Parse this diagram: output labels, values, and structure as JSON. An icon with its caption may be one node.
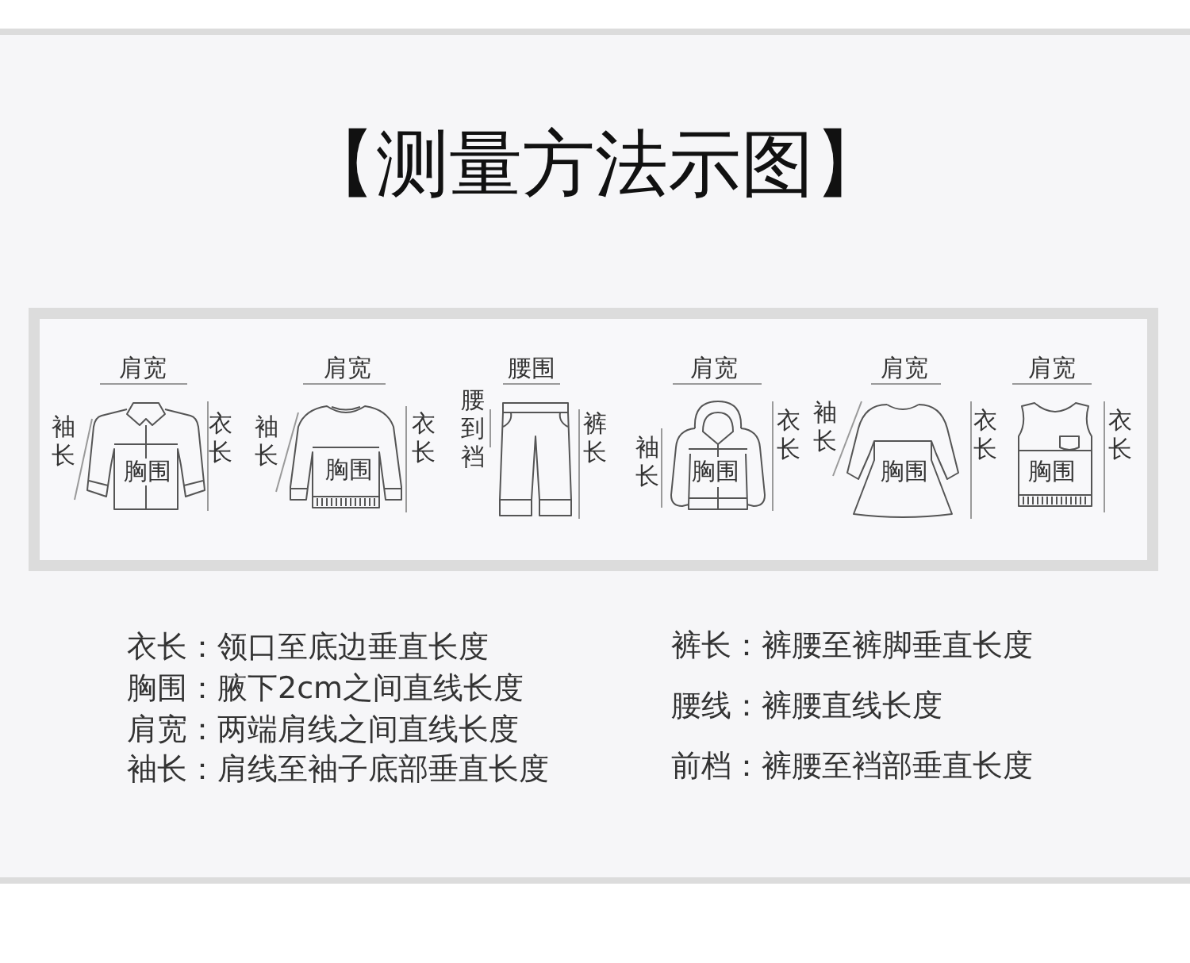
{
  "diagram": {
    "title": "【测量方法示图】",
    "nodes": [
      {
        "text": [],
        "shape": "box"
      },
      {
        "text": [
          "肩宽",
          "胸围"
        ],
        "beside": [
          "袖长",
          "衣长"
        ],
        "in": 0
      },
      {
        "text": [
          "肩宽",
          "胸围"
        ],
        "beside": [
          "袖长",
          "衣长"
        ],
        "in": 0
      },
      {
        "text": [
          "腰围"
        ],
        "beside": [
          "腰到裆",
          "裤长"
        ],
        "in": 0
      },
      {
        "text": [
          "肩宽",
          "胸围"
        ],
        "beside": [
          "袖长",
          "衣长"
        ],
        "in": 0
      },
      {
        "text": [
          "肩宽",
          "胸围"
        ],
        "beside": [
          "袖长",
          "衣长"
        ],
        "in": 0
      },
      {
        "text": [
          "肩宽",
          "胸围"
        ],
        "beside": [
          "衣长"
        ],
        "in": 0
      }
    ],
    "labels": [
      "衣长：领口至底边垂直长度",
      "胸围：腋下2cm之间直线长度",
      "肩宽：两端肩线之间直线长度",
      "袖长：肩线至袖子底部垂直长度",
      "裤长：裤腰至裤脚垂直长度",
      "腰线：裤腰直线长度",
      "前档：裤腰至裆部垂直长度"
    ]
  }
}
